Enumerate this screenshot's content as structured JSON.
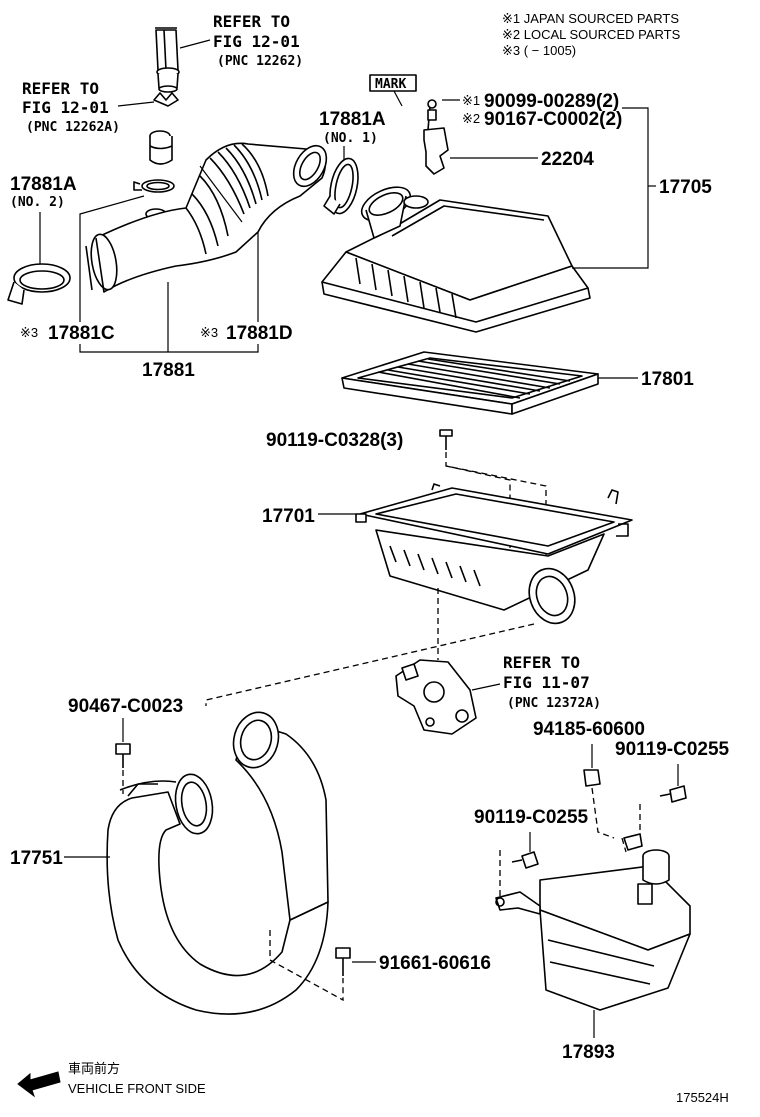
{
  "notes": {
    "n1": "※1 JAPAN SOURCED PARTS",
    "n2": "※2 LOCAL SOURCED PARTS",
    "n3": "※3 (        − 1005)"
  },
  "refs": {
    "ref1": {
      "line1": "REFER TO",
      "line2": "FIG 12-01",
      "line3": "(PNC 12262)"
    },
    "ref2": {
      "line1": "REFER TO",
      "line2": "FIG 12-01",
      "line3": "(PNC 12262A)"
    },
    "ref3": {
      "line1": "REFER TO",
      "line2": "FIG 11-07",
      "line3": "(PNC 12372A)"
    }
  },
  "mark_label": "MARK",
  "parts": {
    "p17881A_1": "17881A",
    "p17881A_1_sub": "(NO. 1)",
    "p17881A_2": "17881A",
    "p17881A_2_sub": "(NO. 2)",
    "p17881C_prefix": "※3",
    "p17881C": "17881C",
    "p17881D_prefix": "※3",
    "p17881D": "17881D",
    "p17881": "17881",
    "p90099_prefix": "※1",
    "p90099": "90099-00289(2)",
    "p90167_prefix": "※2",
    "p90167": "90167-C0002(2)",
    "p22204": "22204",
    "p17705": "17705",
    "p17801": "17801",
    "p90119_C0328": "90119-C0328(3)",
    "p17701": "17701",
    "p90467": "90467-C0023",
    "p94185": "94185-60600",
    "p90119_C0255_a": "90119-C0255",
    "p90119_C0255_b": "90119-C0255",
    "p17751": "17751",
    "p91661": "91661-60616",
    "p17893": "17893"
  },
  "footer": {
    "jp": "車両前方",
    "en": "VEHICLE FRONT SIDE",
    "code": "175524H"
  }
}
